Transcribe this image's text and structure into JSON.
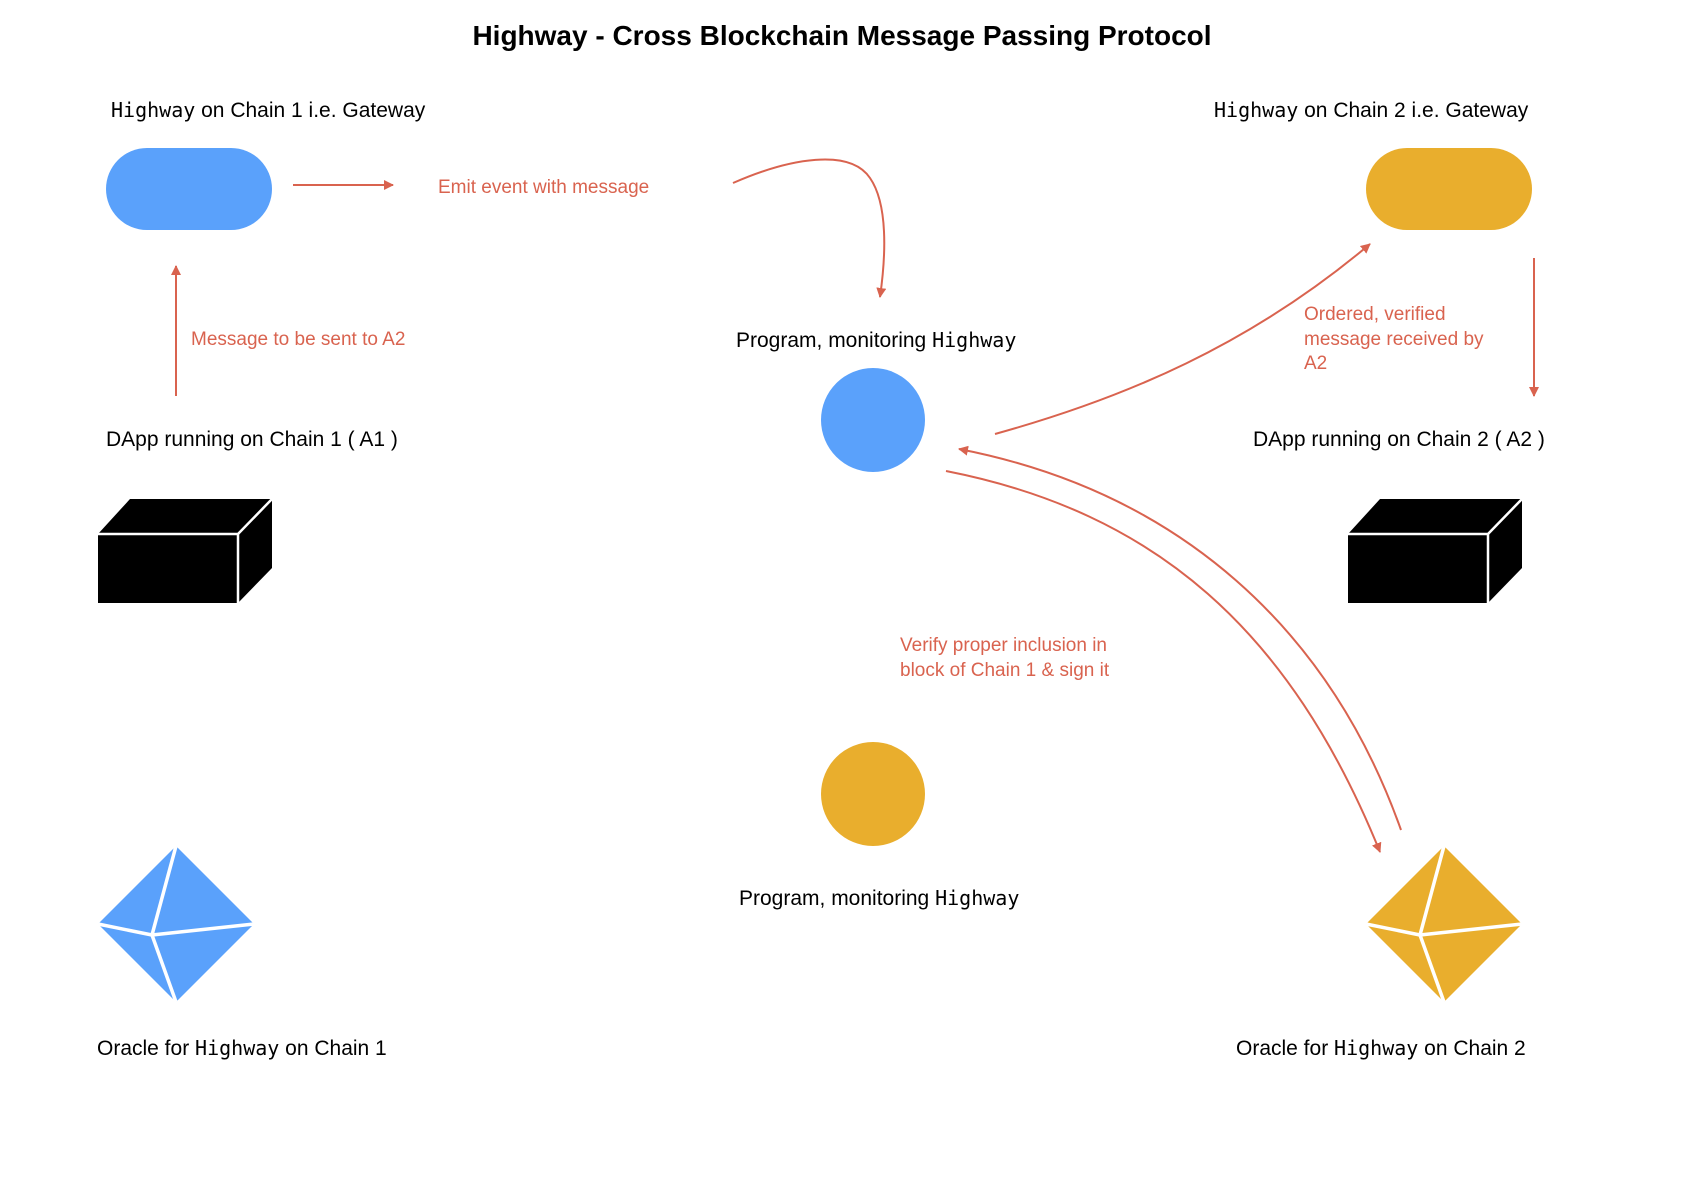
{
  "title": "Highway - Cross Blockchain Message Passing Protocol",
  "colors": {
    "blue": "#5aa1fb",
    "gold": "#e9ae2d",
    "arrow": "#d9634f",
    "black": "#000000"
  },
  "icons": {
    "gateway_1": "pill-shape",
    "gateway_2": "pill-shape",
    "dapp_1": "cube-icon",
    "dapp_2": "cube-icon",
    "program_1": "circle",
    "program_2": "circle",
    "oracle_1": "octahedron-icon",
    "oracle_2": "octahedron-icon"
  },
  "nodes": {
    "gateway_1": {
      "code": "Highway",
      "suffix": " on Chain 1 i.e. Gateway"
    },
    "gateway_2": {
      "code": "Highway",
      "suffix": " on Chain 2 i.e. Gateway"
    },
    "dapp_1": {
      "label": "DApp running on Chain 1 ( A1 )"
    },
    "dapp_2": {
      "label": "DApp running on Chain 2 ( A2 )"
    },
    "program_1": {
      "prefix": "Program, monitoring ",
      "code": "Highway"
    },
    "program_2": {
      "prefix": "Program, monitoring ",
      "code": "Highway"
    },
    "oracle_1": {
      "prefix": "Oracle for ",
      "code": "Highway",
      "suffix": " on Chain 1"
    },
    "oracle_2": {
      "prefix": "Oracle for ",
      "code": "Highway",
      "suffix": " on Chain 2"
    }
  },
  "edges": {
    "emit": "Emit event with message",
    "message_to_a2": "Message to be sent to A2",
    "ordered_line1": "Ordered, verified",
    "ordered_line2": "message received by",
    "ordered_line3": "A2",
    "verify_line1": "Verify proper inclusion in",
    "verify_line2": "block of Chain 1 & sign it"
  }
}
